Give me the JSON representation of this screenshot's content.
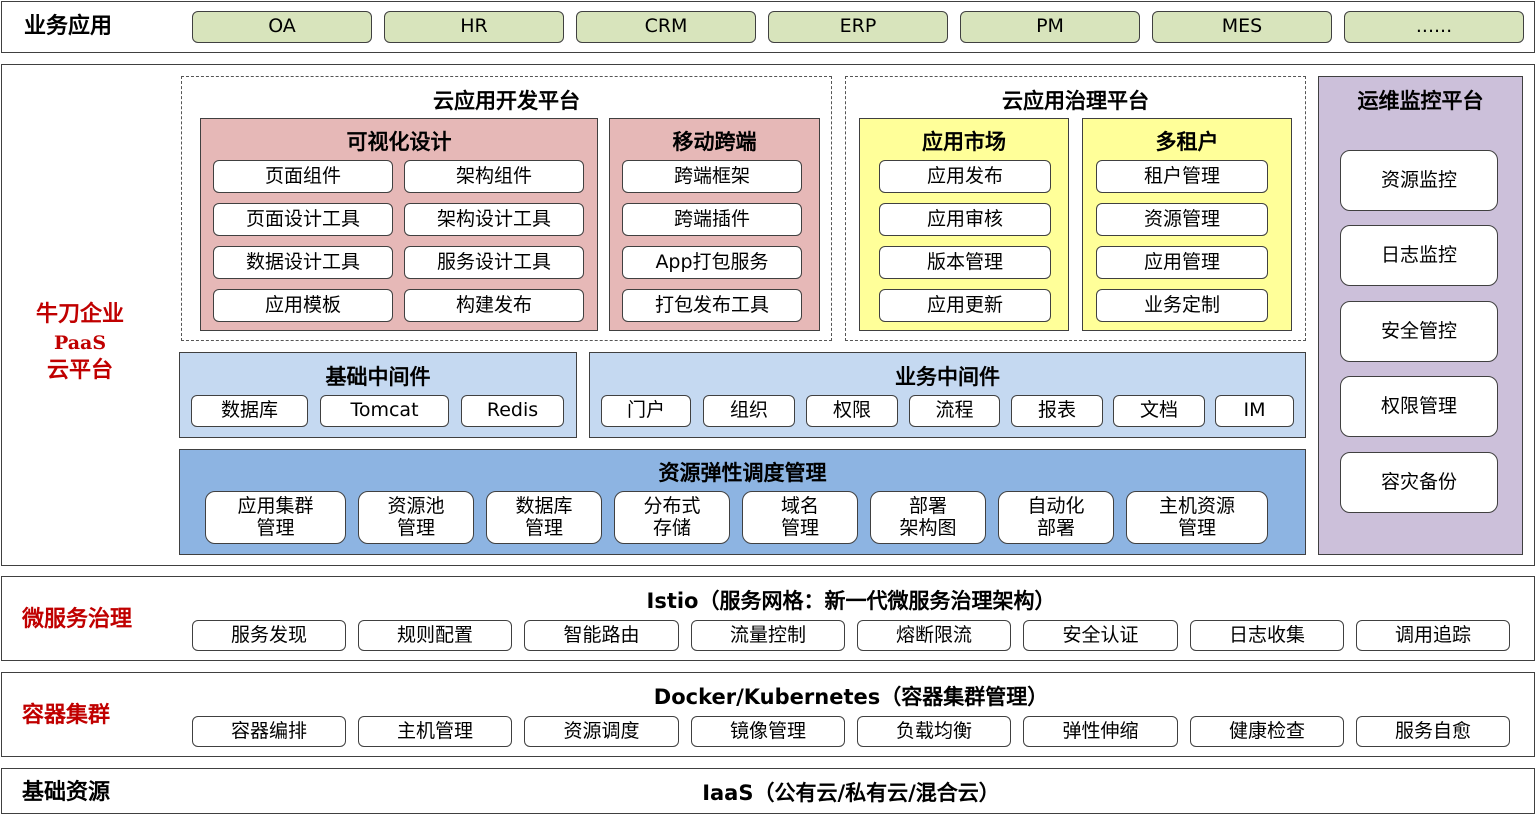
{
  "business_apps": {
    "label": "业务应用",
    "items": [
      "OA",
      "HR",
      "CRM",
      "ERP",
      "PM",
      "MES",
      "......"
    ]
  },
  "paas": {
    "label_line1": "牛刀企业",
    "label_line2": "PaaS",
    "label_line3": "云平台",
    "dev_platform": {
      "title": "云应用开发平台",
      "visual_design": {
        "title": "可视化设计",
        "items": [
          "页面组件",
          "架构组件",
          "页面设计工具",
          "架构设计工具",
          "数据设计工具",
          "服务设计工具",
          "应用模板",
          "构建发布"
        ]
      },
      "mobile": {
        "title": "移动跨端",
        "items": [
          "跨端框架",
          "跨端插件",
          "App打包服务",
          "打包发布工具"
        ]
      }
    },
    "governance_platform": {
      "title": "云应用治理平台",
      "app_market": {
        "title": "应用市场",
        "items": [
          "应用发布",
          "应用审核",
          "版本管理",
          "应用更新"
        ]
      },
      "multi_tenant": {
        "title": "多租户",
        "items": [
          "租户管理",
          "资源管理",
          "应用管理",
          "业务定制"
        ]
      }
    },
    "ops_platform": {
      "title": "运维监控平台",
      "items": [
        "资源监控",
        "日志监控",
        "安全管控",
        "权限管理",
        "容灾备份"
      ]
    },
    "base_middleware": {
      "title": "基础中间件",
      "items": [
        "数据库",
        "Tomcat",
        "Redis"
      ]
    },
    "biz_middleware": {
      "title": "业务中间件",
      "items": [
        "门户",
        "组织",
        "权限",
        "流程",
        "报表",
        "文档",
        "IM"
      ]
    },
    "resource_scheduling": {
      "title": "资源弹性调度管理",
      "items": [
        "应用集群\n管理",
        "资源池\n管理",
        "数据库\n管理",
        "分布式\n存储",
        "域名\n管理",
        "部署\n架构图",
        "自动化\n部署",
        "主机资源\n管理"
      ]
    }
  },
  "microservice": {
    "label": "微服务治理",
    "title": "Istio（服务网格：新一代微服务治理架构）",
    "items": [
      "服务发现",
      "规则配置",
      "智能路由",
      "流量控制",
      "熔断限流",
      "安全认证",
      "日志收集",
      "调用追踪"
    ]
  },
  "container": {
    "label": "容器集群",
    "title": "Docker/Kubernetes（容器集群管理）",
    "items": [
      "容器编排",
      "主机管理",
      "资源调度",
      "镜像管理",
      "负载均衡",
      "弹性伸缩",
      "健康检查",
      "服务自愈"
    ]
  },
  "infra": {
    "label": "基础资源",
    "title": "IaaS（公有云/私有云/混合云）"
  },
  "colors": {
    "red_label": "#c00000",
    "green_fill": "#d8e4bc",
    "pink_fill": "#e6b8b7",
    "yellow_fill": "#ffff99",
    "purple_fill": "#ccc0da",
    "light_blue_fill": "#c5d9f1",
    "blue_fill": "#8db4e2"
  }
}
